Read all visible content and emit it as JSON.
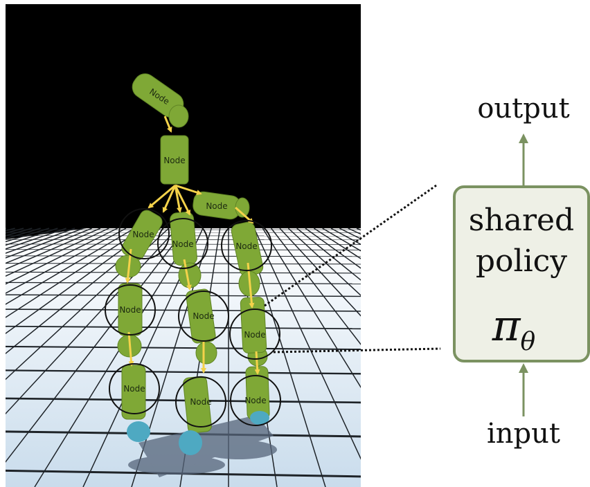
{
  "robot": {
    "node_label": "Node",
    "colors": {
      "sky": "#000000",
      "floor": "#dbe8f2",
      "grid": "#1e2328",
      "limb": "#7fa836",
      "limb_dark": "#5f8424",
      "arrow": "#f4d24a",
      "ring": "#111111",
      "foot": "#4ea9c2",
      "shadow": "#56657a"
    }
  },
  "policy": {
    "output_label": "output",
    "input_label": "input",
    "box_line1": "shared",
    "box_line2": "policy",
    "symbol": "π",
    "subscript": "θ",
    "colors": {
      "box_fill": "#eef0e6",
      "box_stroke": "#7b9261",
      "arrow": "#7b9261"
    }
  }
}
